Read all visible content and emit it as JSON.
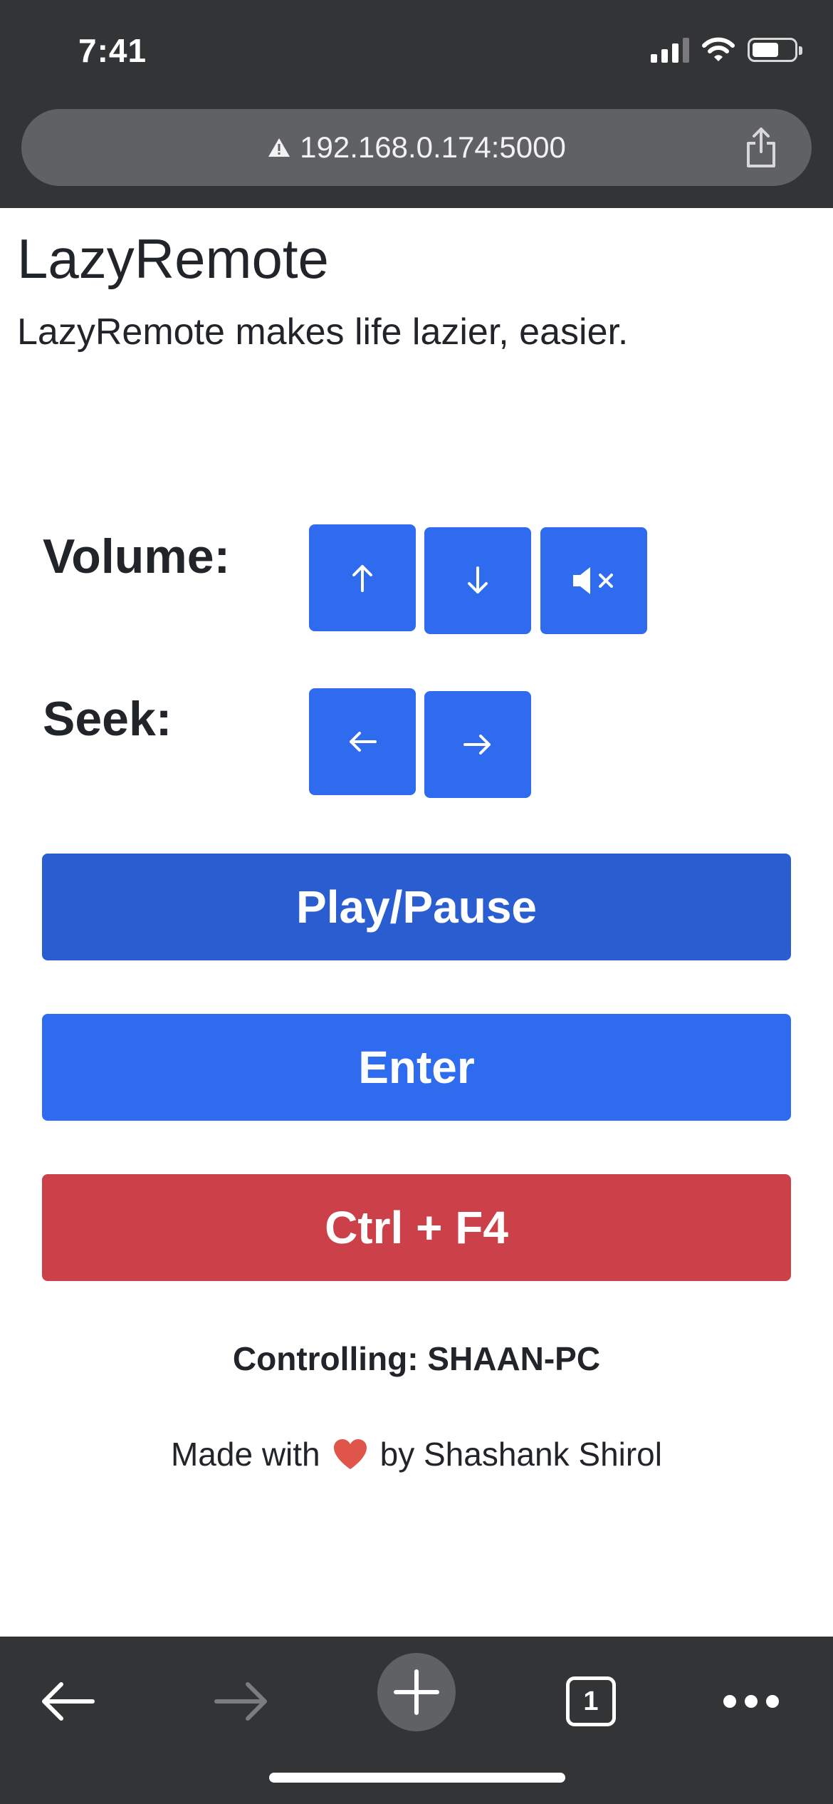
{
  "status_bar": {
    "time": "7:41",
    "icons": [
      "cellular-signal-icon",
      "wifi-icon",
      "battery-icon"
    ]
  },
  "browser": {
    "url": "192.168.0.174:5000",
    "url_warning_icon": "warning-triangle-icon",
    "share_icon": "share-icon",
    "toolbar": {
      "back_icon": "arrow-left-icon",
      "forward_icon": "arrow-right-icon",
      "new_tab_icon": "plus-icon",
      "tab_count": "1",
      "menu_icon": "more-dots-icon"
    }
  },
  "header": {
    "title": "LazyRemote",
    "subtitle": "LazyRemote makes life lazier, easier."
  },
  "controls": {
    "volume_label": "Volume:",
    "volume_buttons": [
      "arrow-up-icon",
      "arrow-down-icon",
      "volume-mute-icon"
    ],
    "seek_label": "Seek:",
    "seek_buttons": [
      "arrow-left-icon",
      "arrow-right-icon"
    ],
    "play_pause_label": "Play/Pause",
    "enter_label": "Enter",
    "ctrl_f4_label": "Ctrl + F4"
  },
  "footer": {
    "controlling": "Controlling: SHAAN-PC",
    "made_with_prefix": "Made with",
    "made_with_suffix": "by Shashank Shirol",
    "heart_icon": "heart-icon"
  },
  "colors": {
    "primary": "#2f6bef",
    "primary_active": "#2a5dd0",
    "danger": "#cc4149",
    "chrome": "#333436",
    "heart": "#e0554a"
  }
}
